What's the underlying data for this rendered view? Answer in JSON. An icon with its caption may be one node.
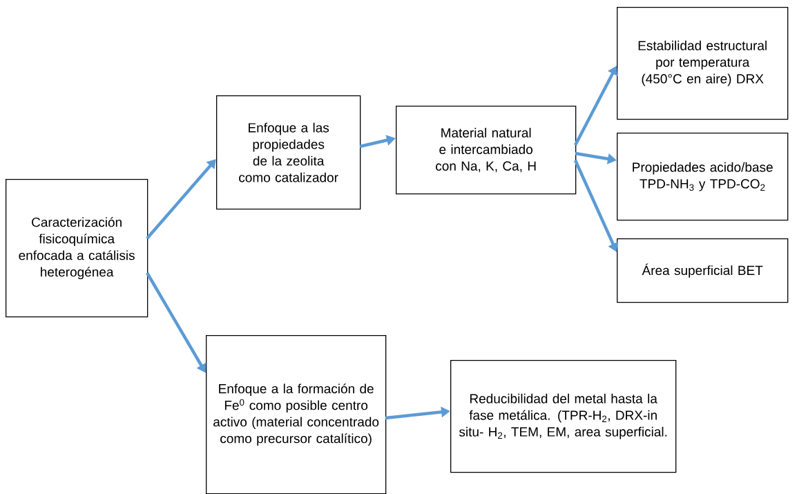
{
  "diagram": {
    "nodes": [
      {
        "text": [
          "Caracterización fisicoquímica enfocada a catálisis heterogénea"
        ]
      },
      {
        "text": [
          "Enfoque a las propiedades de la zeolita como catalizador"
        ]
      },
      {
        "text": [
          "Material natural e intercambiado con Na, K, Ca, H"
        ]
      },
      {
        "text": [
          "Estabilidad estructural por temperatura (450°C en aire) DRX"
        ]
      },
      {
        "text": [
          "Propiedades acido/base TPD-NH$_{3}$ y TPD-CO$_{2}$"
        ]
      },
      {
        "text": [
          "Área superficial BET"
        ]
      },
      {
        "text": [
          "Enfoque a la formación de Fe$^{0}$ como posible centro activo (material concentrado como precursor catalítico)"
        ]
      },
      {
        "text": [
          "Reducibilidad del metal hasta la fase metálica. (TPR-H$_{2}$, DRX-in situ- H$_{2}$, TEM, EM, area superficial."
        ]
      }
    ],
    "edges": [
      {
        "from": 0,
        "to": 1,
        "arrow": "to"
      },
      {
        "from": 0,
        "to": 6,
        "arrow": "to"
      },
      {
        "from": 1,
        "to": 2,
        "arrow": "to"
      },
      {
        "from": 2,
        "to": 3,
        "arrow": "to"
      },
      {
        "from": 2,
        "to": 4,
        "arrow": "to"
      },
      {
        "from": 2,
        "to": 5,
        "arrow": "to"
      },
      {
        "from": 6,
        "to": 7,
        "arrow": "to"
      }
    ]
  }
}
